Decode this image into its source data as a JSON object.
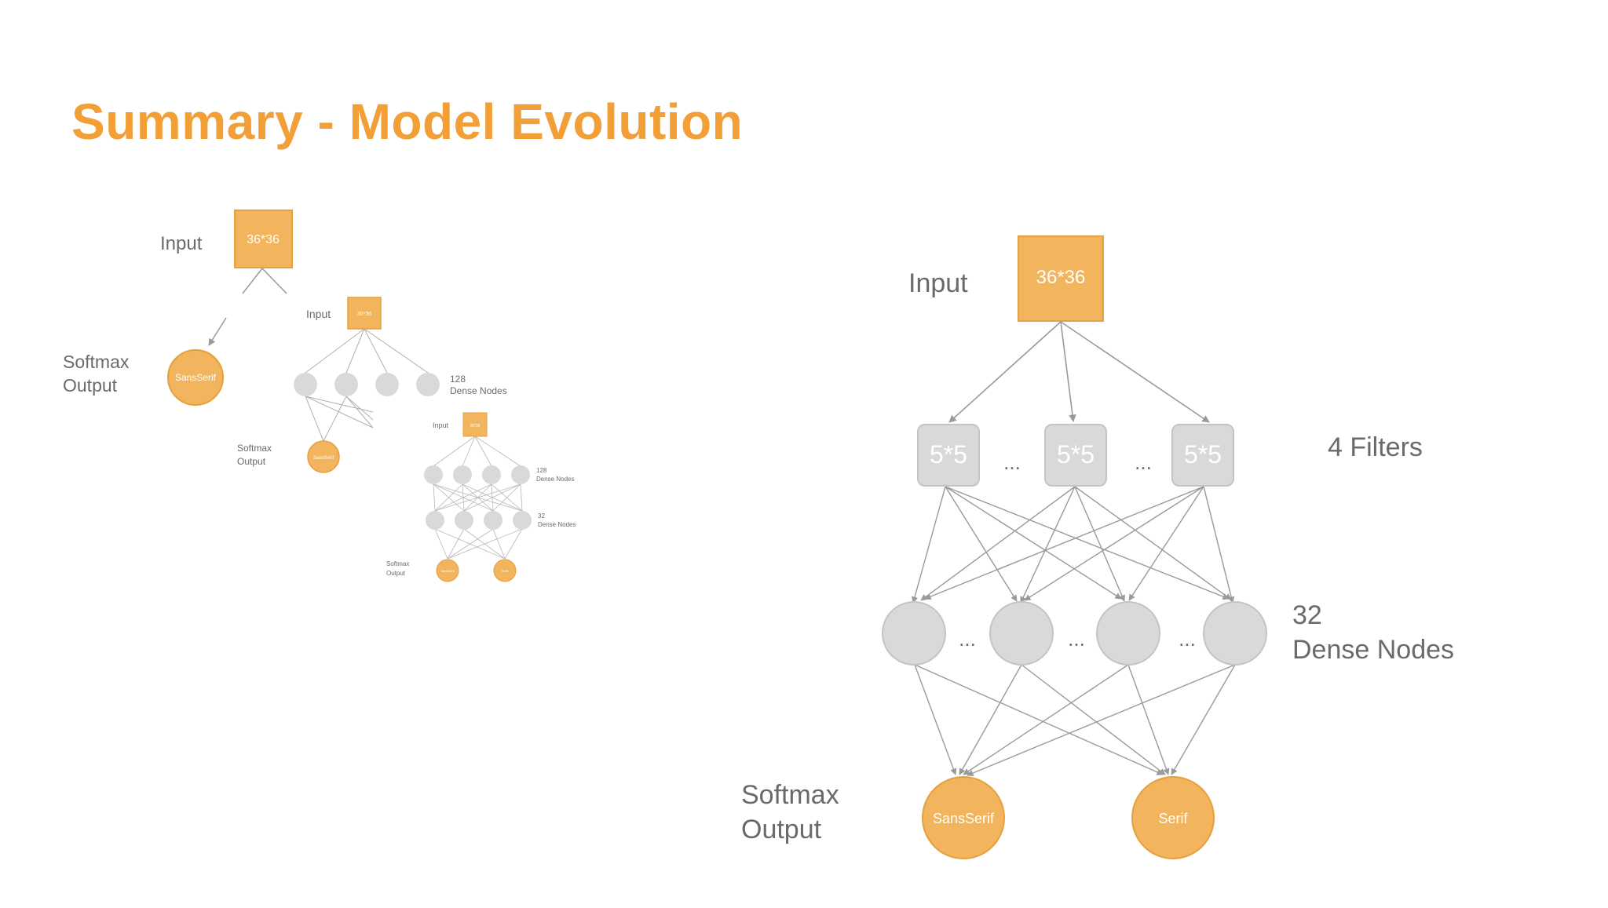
{
  "slide": {
    "title": "Summary - Model Evolution"
  },
  "colors": {
    "title": "#F19F36",
    "orange_node": "#F2B45D",
    "orange_stroke": "#E5A03F",
    "gray_node": "#D9D9D9",
    "gray_stroke": "#C4C4C4",
    "edge": "#9a9a9a",
    "label": "#6a6a6a"
  },
  "model1": {
    "input_label": "Input",
    "input_box": "36*36",
    "output_label": [
      "Softmax",
      "Output"
    ],
    "output_nodes": [
      "SansSerif"
    ]
  },
  "model2": {
    "input_label": "Input",
    "input_box": "36*36",
    "dense_label": [
      "128",
      "Dense Nodes"
    ],
    "output_label": [
      "Softmax",
      "Output"
    ],
    "output_nodes": [
      "SansSerif"
    ]
  },
  "model3": {
    "input_label": "Input",
    "input_box": "36*36",
    "dense1_label": [
      "128",
      "Dense Nodes"
    ],
    "dense2_label": [
      "32",
      "Dense Nodes"
    ],
    "output_label": [
      "Softmax",
      "Output"
    ],
    "output_nodes": [
      "SansSerif",
      "Serif"
    ]
  },
  "model4": {
    "input_label": "Input",
    "input_box": "36*36",
    "filters": [
      "5*5",
      "5*5",
      "5*5"
    ],
    "filters_label": "4 Filters",
    "dense_label": [
      "32",
      "Dense Nodes"
    ],
    "output_label": [
      "Softmax",
      "Output"
    ],
    "output_nodes": [
      "SansSerif",
      "Serif"
    ],
    "ellipsis": "..."
  }
}
